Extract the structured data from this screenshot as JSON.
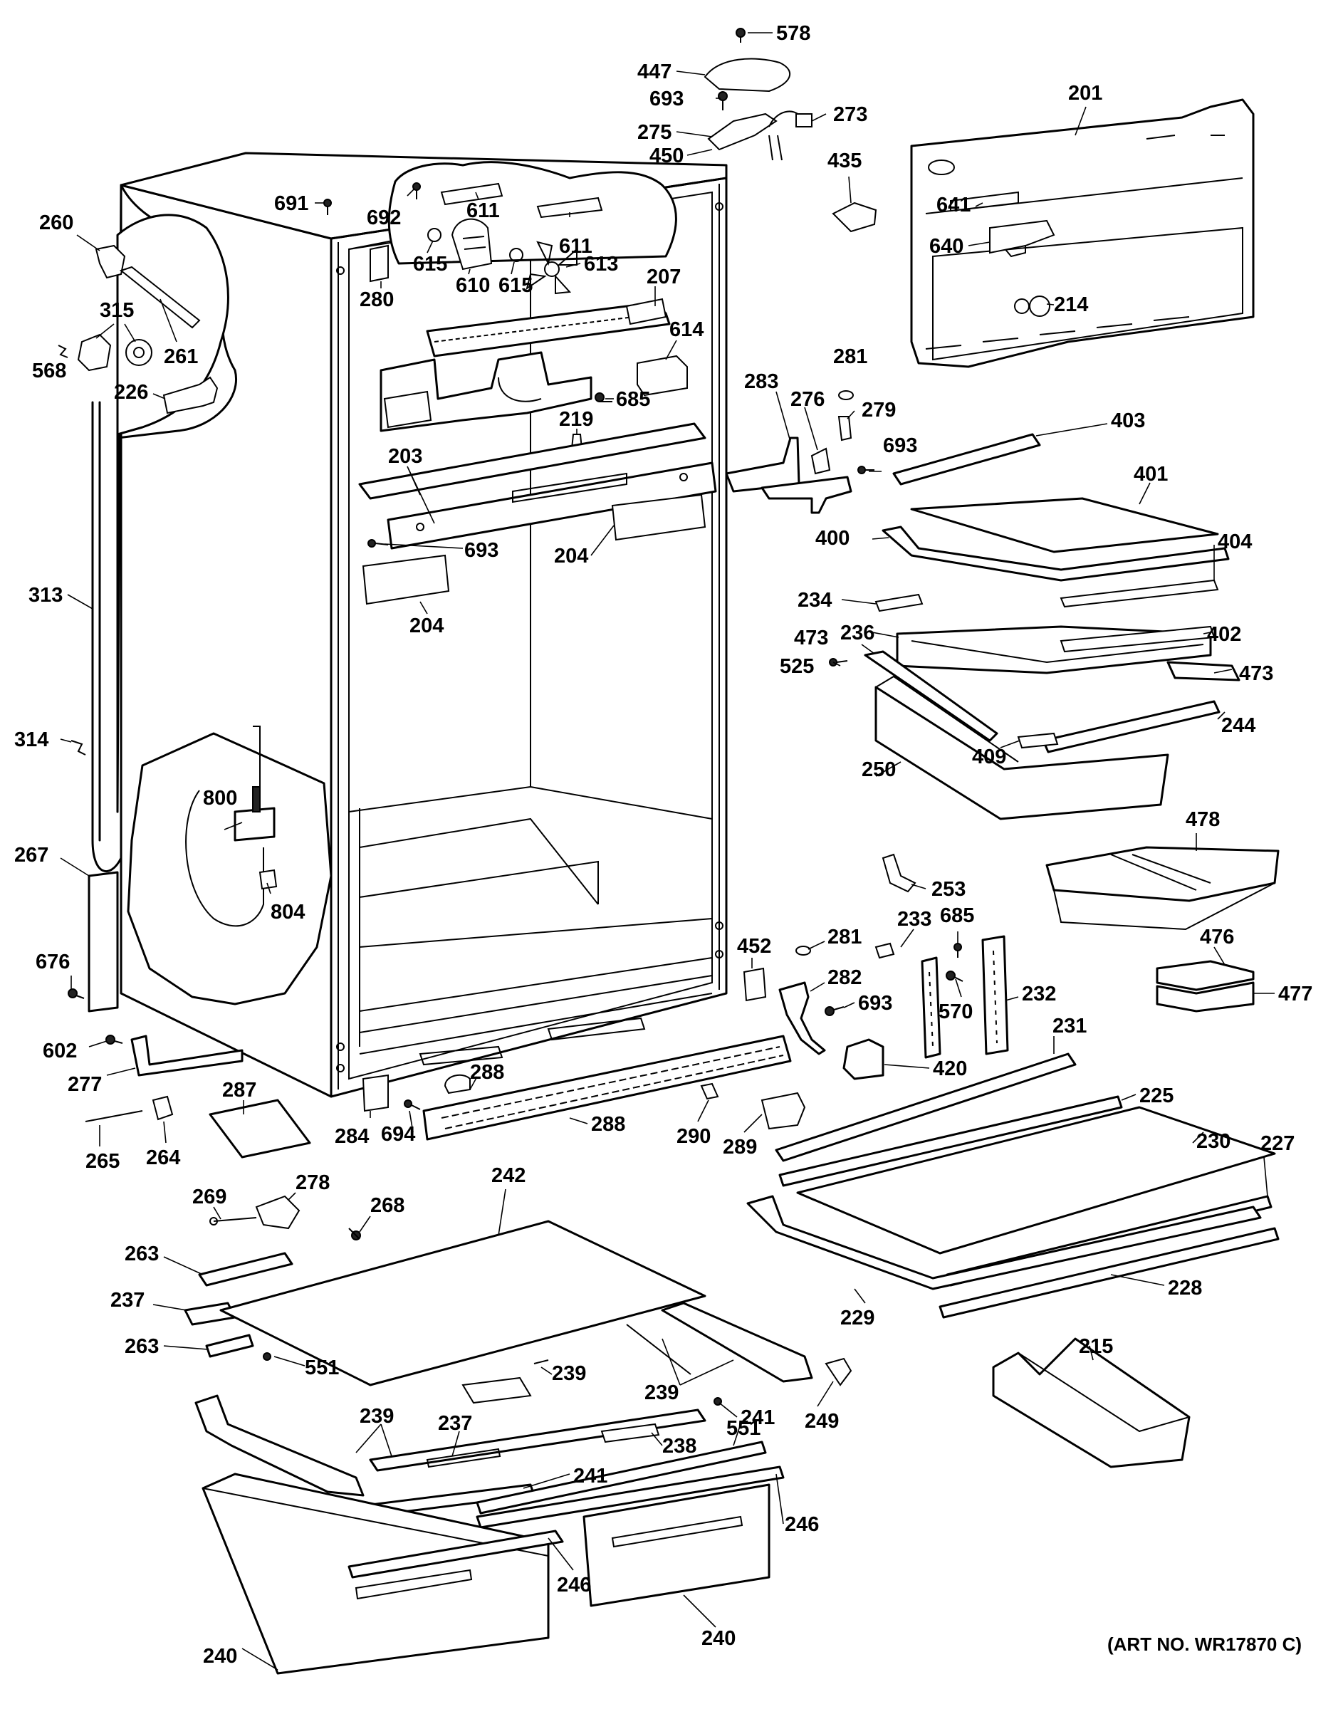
{
  "diagram": {
    "art_number": "(ART NO. WR17870 C)",
    "labels": [
      {
        "id": "l578",
        "text": "578"
      },
      {
        "id": "l447",
        "text": "447"
      },
      {
        "id": "l693a",
        "text": "693"
      },
      {
        "id": "l275",
        "text": "275"
      },
      {
        "id": "l450",
        "text": "450"
      },
      {
        "id": "l273",
        "text": "273"
      },
      {
        "id": "l435",
        "text": "435"
      },
      {
        "id": "l201",
        "text": "201"
      },
      {
        "id": "l641",
        "text": "641"
      },
      {
        "id": "l640",
        "text": "640"
      },
      {
        "id": "l214",
        "text": "214"
      },
      {
        "id": "l691",
        "text": "691"
      },
      {
        "id": "l692",
        "text": "692"
      },
      {
        "id": "l611a",
        "text": "611"
      },
      {
        "id": "l611b",
        "text": "611"
      },
      {
        "id": "l615a",
        "text": "615"
      },
      {
        "id": "l610",
        "text": "610"
      },
      {
        "id": "l615b",
        "text": "615"
      },
      {
        "id": "l613",
        "text": "613"
      },
      {
        "id": "l207",
        "text": "207"
      },
      {
        "id": "l614",
        "text": "614"
      },
      {
        "id": "l685a",
        "text": "685"
      },
      {
        "id": "l280",
        "text": "280"
      },
      {
        "id": "l260",
        "text": "260"
      },
      {
        "id": "l315",
        "text": "315"
      },
      {
        "id": "l261",
        "text": "261"
      },
      {
        "id": "l568",
        "text": "568"
      },
      {
        "id": "l226",
        "text": "226"
      },
      {
        "id": "l219",
        "text": "219"
      },
      {
        "id": "l203",
        "text": "203"
      },
      {
        "id": "l693b",
        "text": "693"
      },
      {
        "id": "l204a",
        "text": "204"
      },
      {
        "id": "l204b",
        "text": "204"
      },
      {
        "id": "l283",
        "text": "283"
      },
      {
        "id": "l276",
        "text": "276"
      },
      {
        "id": "l281a",
        "text": "281"
      },
      {
        "id": "l279",
        "text": "279"
      },
      {
        "id": "l693c",
        "text": "693"
      },
      {
        "id": "l403",
        "text": "403"
      },
      {
        "id": "l401",
        "text": "401"
      },
      {
        "id": "l400",
        "text": "400"
      },
      {
        "id": "l404",
        "text": "404"
      },
      {
        "id": "l234",
        "text": "234"
      },
      {
        "id": "l236",
        "text": "236"
      },
      {
        "id": "l402",
        "text": "402"
      },
      {
        "id": "l473a",
        "text": "473"
      },
      {
        "id": "l473b",
        "text": "473"
      },
      {
        "id": "l525",
        "text": "525"
      },
      {
        "id": "l244",
        "text": "244"
      },
      {
        "id": "l409",
        "text": "409"
      },
      {
        "id": "l250",
        "text": "250"
      },
      {
        "id": "l313",
        "text": "313"
      },
      {
        "id": "l314",
        "text": "314"
      },
      {
        "id": "l800",
        "text": "800"
      },
      {
        "id": "l804",
        "text": "804"
      },
      {
        "id": "l267",
        "text": "267"
      },
      {
        "id": "l676",
        "text": "676"
      },
      {
        "id": "l602",
        "text": "602"
      },
      {
        "id": "l277",
        "text": "277"
      },
      {
        "id": "l265",
        "text": "265"
      },
      {
        "id": "l264",
        "text": "264"
      },
      {
        "id": "l287",
        "text": "287"
      },
      {
        "id": "l284",
        "text": "284"
      },
      {
        "id": "l288a",
        "text": "288"
      },
      {
        "id": "l288b",
        "text": "288"
      },
      {
        "id": "l694",
        "text": "694"
      },
      {
        "id": "l290",
        "text": "290"
      },
      {
        "id": "l289",
        "text": "289"
      },
      {
        "id": "l253",
        "text": "253"
      },
      {
        "id": "l478",
        "text": "478"
      },
      {
        "id": "l476",
        "text": "476"
      },
      {
        "id": "l477",
        "text": "477"
      },
      {
        "id": "l452",
        "text": "452"
      },
      {
        "id": "l281b",
        "text": "281"
      },
      {
        "id": "l282",
        "text": "282"
      },
      {
        "id": "l693d",
        "text": "693"
      },
      {
        "id": "l233",
        "text": "233"
      },
      {
        "id": "l685b",
        "text": "685"
      },
      {
        "id": "l570",
        "text": "570"
      },
      {
        "id": "l232",
        "text": "232"
      },
      {
        "id": "l420",
        "text": "420"
      },
      {
        "id": "l231",
        "text": "231"
      },
      {
        "id": "l225",
        "text": "225"
      },
      {
        "id": "l230",
        "text": "230"
      },
      {
        "id": "l227",
        "text": "227"
      },
      {
        "id": "l228",
        "text": "228"
      },
      {
        "id": "l229",
        "text": "229"
      },
      {
        "id": "l215",
        "text": "215"
      },
      {
        "id": "l269",
        "text": "269"
      },
      {
        "id": "l278",
        "text": "278"
      },
      {
        "id": "l268",
        "text": "268"
      },
      {
        "id": "l242",
        "text": "242"
      },
      {
        "id": "l263a",
        "text": "263"
      },
      {
        "id": "l237a",
        "text": "237"
      },
      {
        "id": "l263b",
        "text": "263"
      },
      {
        "id": "l551a",
        "text": "551"
      },
      {
        "id": "l239a",
        "text": "239"
      },
      {
        "id": "l239b",
        "text": "239"
      },
      {
        "id": "l551b",
        "text": "551"
      },
      {
        "id": "l249",
        "text": "249"
      },
      {
        "id": "l239c",
        "text": "239"
      },
      {
        "id": "l237b",
        "text": "237"
      },
      {
        "id": "l238",
        "text": "238"
      },
      {
        "id": "l241a",
        "text": "241"
      },
      {
        "id": "l241b",
        "text": "241"
      },
      {
        "id": "l246a",
        "text": "246"
      },
      {
        "id": "l246b",
        "text": "246"
      },
      {
        "id": "l240a",
        "text": "240"
      },
      {
        "id": "l240b",
        "text": "240"
      }
    ]
  }
}
